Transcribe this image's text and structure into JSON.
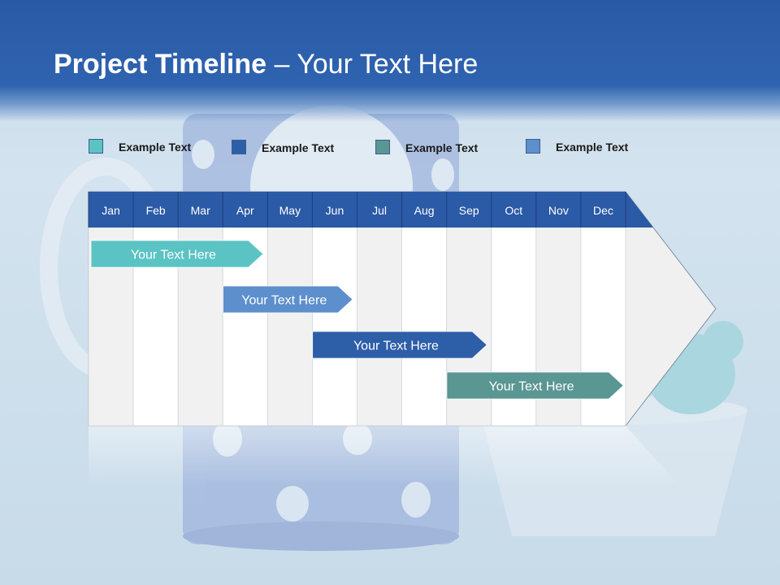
{
  "slide": {
    "title_bold": "Project Timeline",
    "title_rest": " – Your Text Here"
  },
  "legend": [
    {
      "label": "Example Text",
      "color": "#5bc3c3"
    },
    {
      "label": "Example Text",
      "color": "#2d5ea8"
    },
    {
      "label": "Example Text",
      "color": "#5a9692"
    },
    {
      "label": "Example Text",
      "color": "#5d8fcc"
    }
  ],
  "timeline": {
    "months": [
      "Jan",
      "Feb",
      "Mar",
      "Apr",
      "May",
      "Jun",
      "Jul",
      "Aug",
      "Sep",
      "Oct",
      "Nov",
      "Dec"
    ],
    "header_color": "#2b5aa6",
    "tasks": [
      {
        "label": "Your  Text Here",
        "color": "#5bc3c3",
        "start_month": 0,
        "end_month": 3.9
      },
      {
        "label": "Your  Text Here",
        "color": "#5d8fcc",
        "start_month": 2.95,
        "end_month": 5.9
      },
      {
        "label": "Your  Text Here",
        "color": "#2d5ea8",
        "start_month": 4.95,
        "end_month": 8.9
      },
      {
        "label": "Your  Text Here",
        "color": "#5a9692",
        "start_month": 7.95,
        "end_month": 11.95
      }
    ]
  }
}
